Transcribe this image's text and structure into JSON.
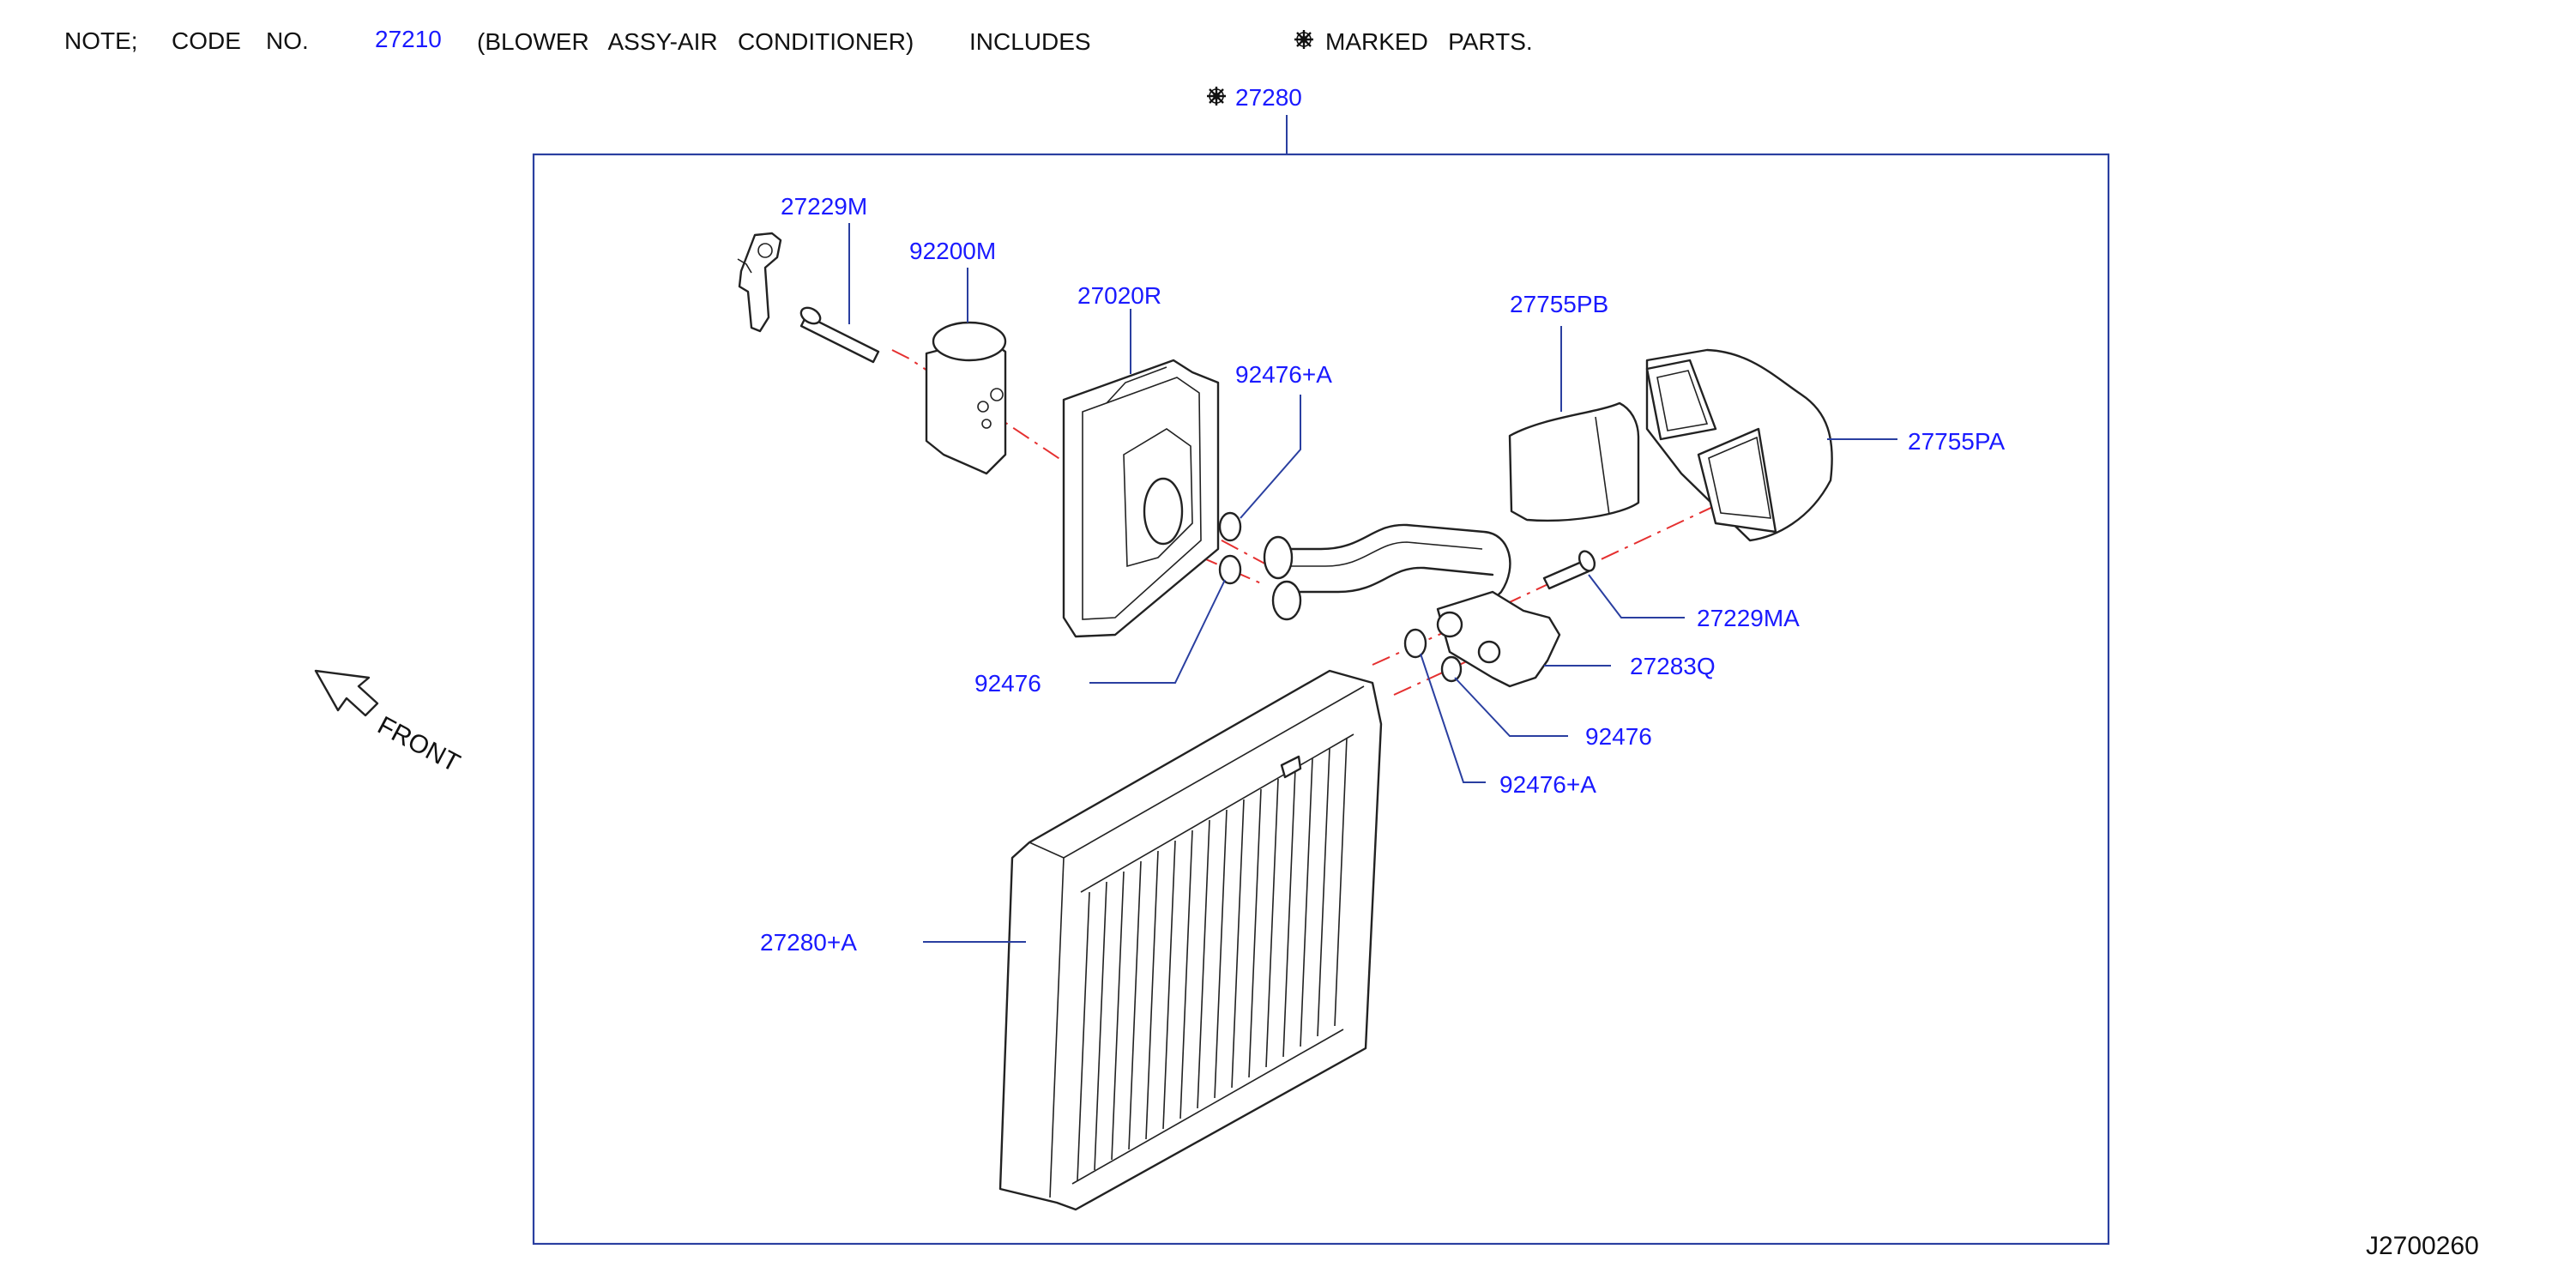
{
  "note": {
    "prefix": "NOTE;",
    "code_word": "CODE",
    "no_word": "NO.",
    "code": "27210",
    "description": "(BLOWER   ASSY-AIR   CONDITIONER)",
    "includes": "INCLUDES",
    "marked": "MARKED   PARTS."
  },
  "assembly": {
    "part_number": "27280"
  },
  "parts": [
    {
      "id": "27229M",
      "label": "27229M"
    },
    {
      "id": "92200M",
      "label": "92200M"
    },
    {
      "id": "27020R",
      "label": "27020R"
    },
    {
      "id": "92476A-upper",
      "label": "92476+A"
    },
    {
      "id": "27755PB",
      "label": "27755PB"
    },
    {
      "id": "27755PA",
      "label": "27755PA"
    },
    {
      "id": "27229MA",
      "label": "27229MA"
    },
    {
      "id": "27283Q",
      "label": "27283Q"
    },
    {
      "id": "92476-left",
      "label": "92476"
    },
    {
      "id": "92476-right",
      "label": "92476"
    },
    {
      "id": "92476A-lower",
      "label": "92476+A"
    },
    {
      "id": "27280A",
      "label": "27280+A"
    }
  ],
  "front_label": "FRONT",
  "diagram_code": "J2700260",
  "icons": {
    "marked": "snowflake-mark-icon",
    "front": "front-arrow-icon"
  }
}
